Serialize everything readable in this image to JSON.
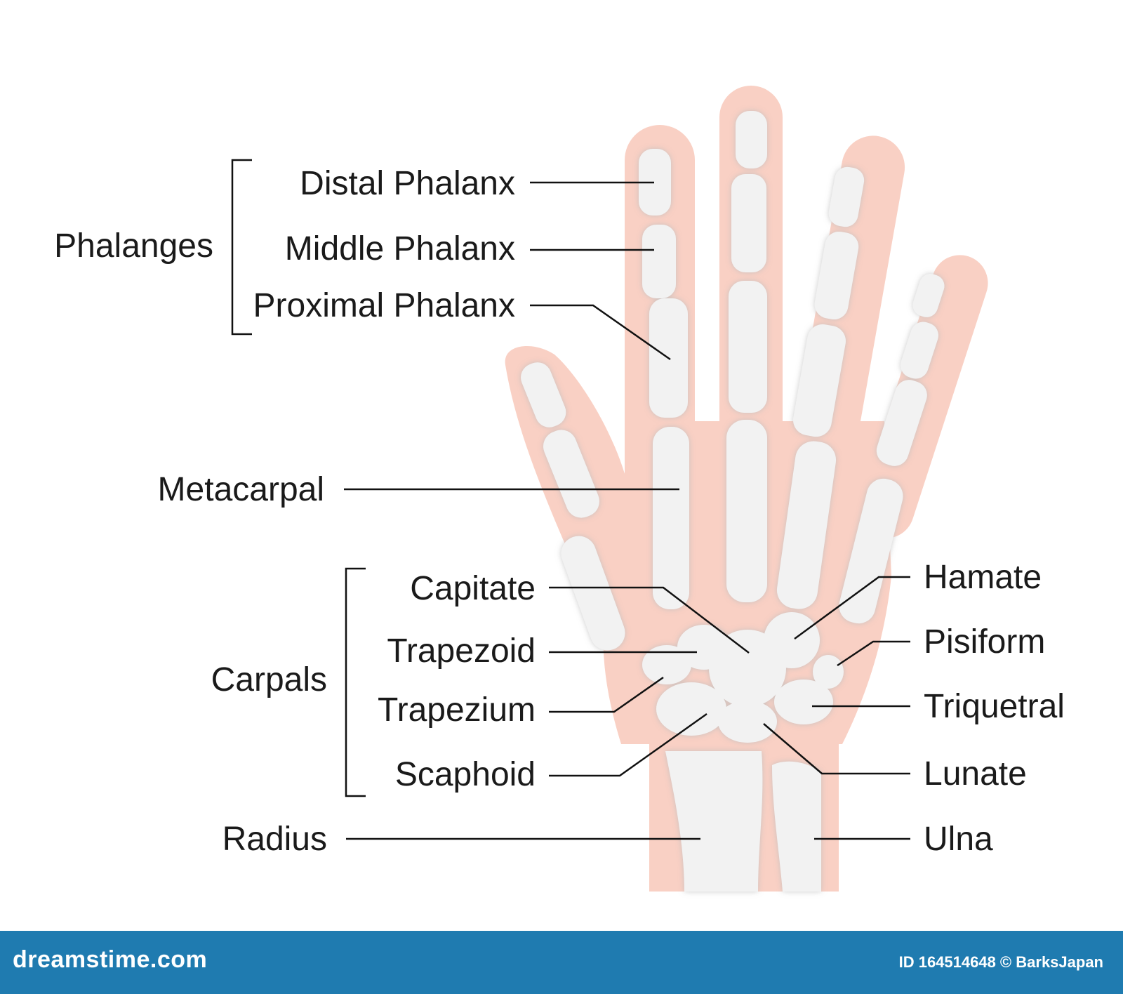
{
  "diagram": {
    "groups": {
      "phalanges": "Phalanges",
      "carpals": "Carpals"
    },
    "labels_left": {
      "distal_phalanx": "Distal Phalanx",
      "middle_phalanx": "Middle Phalanx",
      "proximal_phalanx": "Proximal Phalanx",
      "metacarpal": "Metacarpal",
      "capitate": "Capitate",
      "trapezoid": "Trapezoid",
      "trapezium": "Trapezium",
      "scaphoid": "Scaphoid",
      "radius": "Radius"
    },
    "labels_right": {
      "hamate": "Hamate",
      "pisiform": "Pisiform",
      "triquetral": "Triquetral",
      "lunate": "Lunate",
      "ulna": "Ulna"
    },
    "colors": {
      "skin": "#f9d0c4",
      "bone": "#f2f2f2",
      "bone_edge": "#d9d9d9",
      "line": "#111111",
      "footer": "#1f7bb0"
    }
  },
  "footer": {
    "site": "dreamstime.com",
    "credit": "ID 164514648 © BarksJapan"
  }
}
